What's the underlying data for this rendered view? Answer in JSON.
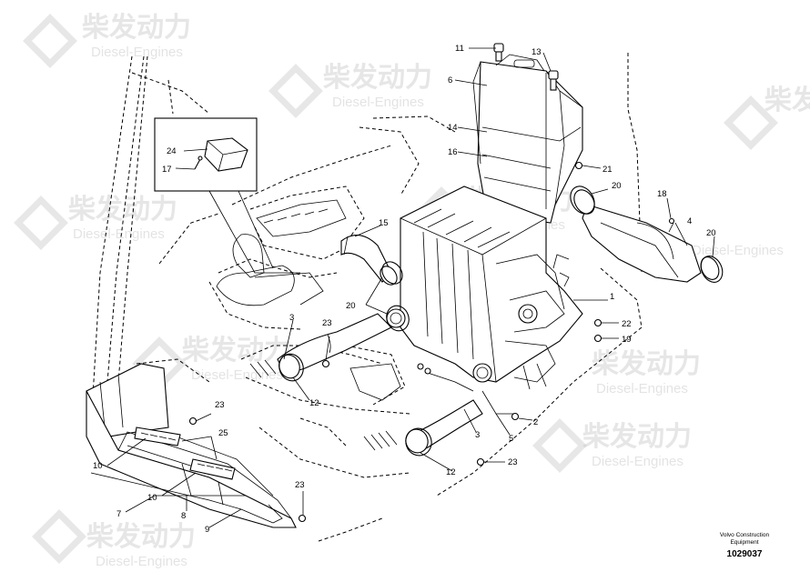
{
  "watermark": {
    "brand_zh": "柴发动力",
    "brand_en": "Diesel-Engines"
  },
  "callouts": {
    "c1": "1",
    "c2": "2",
    "c3a": "3",
    "c3b": "3",
    "c4": "4",
    "c5": "5",
    "c6": "6",
    "c7": "7",
    "c8": "8",
    "c9": "9",
    "c10a": "10",
    "c10b": "10",
    "c11": "11",
    "c12a": "12",
    "c12b": "12",
    "c13": "13",
    "c14": "14",
    "c15": "15",
    "c16": "16",
    "c17": "17",
    "c18": "18",
    "c19": "19",
    "c20a": "20",
    "c20b": "20",
    "c20c": "20",
    "c21": "21",
    "c22": "22",
    "c23a": "23",
    "c23b": "23",
    "c23c": "23",
    "c23d": "23",
    "c24": "24",
    "c25": "25"
  },
  "footer": {
    "company_line1": "Volvo Construction",
    "company_line2": "Equipment",
    "drawing_number": "1029037"
  }
}
